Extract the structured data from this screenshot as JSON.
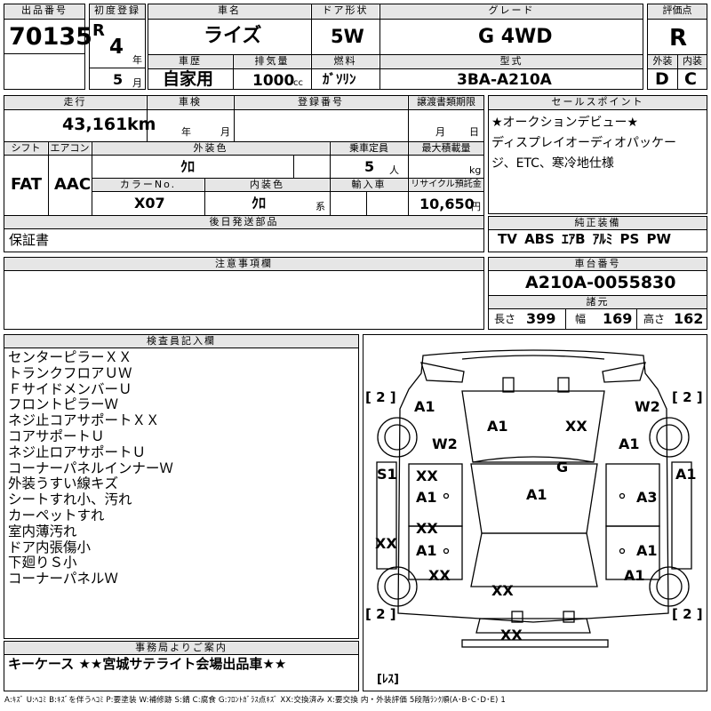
{
  "header": {
    "lot_label": "出品番号",
    "lot_number": "70135",
    "first_reg_label": "初度登録",
    "era": "R",
    "reg_year": "4",
    "reg_year_unit": "年",
    "reg_month": "5",
    "reg_month_unit": "月",
    "name_label": "車名",
    "car_name": "ライズ",
    "door_label": "ドア形状",
    "door": "5W",
    "grade_label": "グレード",
    "grade": "G 4WD",
    "score_label": "評価点",
    "score": "R",
    "history_label": "車歴",
    "history": "自家用",
    "displacement_label": "排気量",
    "displacement": "1000",
    "displacement_unit": "cc",
    "fuel_label": "燃料",
    "fuel": "ｶﾞｿﾘﾝ",
    "model_label": "型式",
    "model": "3BA-A210A",
    "exterior_label": "外装",
    "exterior_grade": "D",
    "interior_label": "内装",
    "interior_grade": "C"
  },
  "row2": {
    "mileage_label": "走行",
    "mileage": "43,161",
    "mileage_unit": "km",
    "inspection_label": "車検",
    "inspection_year_unit": "年",
    "inspection_month_unit": "月",
    "plate_label": "登録番号",
    "transfer_label": "譲渡書類期限",
    "transfer_month_unit": "月",
    "transfer_day_unit": "日",
    "shift_label": "シフト",
    "shift": "FAT",
    "ac_label": "エアコン",
    "ac": "AAC",
    "color_label": "外装色",
    "color": "ｸﾛ",
    "capacity_label": "乗車定員",
    "capacity": "5",
    "capacity_unit": "人",
    "max_load_label": "最大積載量",
    "max_load_unit": "kg",
    "color_no_label": "カラーNo.",
    "color_no": "X07",
    "interior_color_label": "内装色",
    "interior_color": "ｸﾛ",
    "interior_color_unit": "系",
    "import_label": "輸入車",
    "recycle_label": "リサイクル預託金",
    "recycle": "10,650",
    "recycle_unit": "円",
    "later_parts_label": "後日発送部品",
    "later_parts": "保証書"
  },
  "sales": {
    "label": "セールスポイント",
    "lines": [
      "★オークションデビュー★",
      "ディスプレイオーディオパッケー",
      "ジ、ETC、寒冷地仕様"
    ]
  },
  "equipment": {
    "label": "純正装備",
    "items": "TV ABS ｴｱB ｱﾙﾐ PS PW"
  },
  "caution": {
    "label": "注意事項欄"
  },
  "chassis": {
    "label": "車台番号",
    "number": "A210A-0055830",
    "dims_label": "諸元",
    "length_label": "長さ",
    "length": "399",
    "width_label": "幅",
    "width": "169",
    "height_label": "高さ",
    "height": "162"
  },
  "inspector": {
    "label": "検査員記入欄",
    "lines": [
      "センターピラーＸＸ",
      "トランクフロアＵＷ",
      "ＦサイドメンバーＵ",
      "フロントピラーＷ",
      "ネジ止コアサポートＸＸ",
      "コアサポートＵ",
      "ネジ止ロアサポートＵ",
      "コーナーパネルインナーＷ",
      "外装うすい線キズ",
      "シートすれ小、汚れ",
      "カーペットすれ",
      "室内薄汚れ",
      "ドア内張傷小",
      "下廻りＳ小",
      "コーナーパネルＷ"
    ]
  },
  "office": {
    "label": "事務局よりご案内",
    "message": "キーケース ★★宮城サテライト会場出品車★★"
  },
  "diagram": {
    "bracket_tl": "[ 2 ]",
    "bracket_tr": "[ 2 ]",
    "bracket_bl": "[ 2 ]",
    "bracket_br": "[ 2 ]",
    "less": "[ﾚｽ]",
    "marks": [
      {
        "id": "a1-front-left",
        "text": "A1"
      },
      {
        "id": "w2-front-right",
        "text": "W2"
      },
      {
        "id": "a1-hood",
        "text": "A1"
      },
      {
        "id": "xx-hood",
        "text": "XX"
      },
      {
        "id": "w2-fender-left",
        "text": "W2"
      },
      {
        "id": "a1-fender-right",
        "text": "A1"
      },
      {
        "id": "s1-left",
        "text": "S1"
      },
      {
        "id": "a1-right-edge",
        "text": "A1"
      },
      {
        "id": "g-windshield",
        "text": "G"
      },
      {
        "id": "xx-left-front-door",
        "text": "XX"
      },
      {
        "id": "a1-left-front-door",
        "text": "A1"
      },
      {
        "id": "a1-roof",
        "text": "A1"
      },
      {
        "id": "a3-right-front-door",
        "text": "A3"
      },
      {
        "id": "xx-left-rear-door",
        "text": "XX"
      },
      {
        "id": "a1-left-rear-door",
        "text": "A1"
      },
      {
        "id": "xx-left-edge",
        "text": "XX"
      },
      {
        "id": "a1-right-rear-door",
        "text": "A1"
      },
      {
        "id": "xx-left-quarter",
        "text": "XX"
      },
      {
        "id": "a1-right-quarter",
        "text": "A1"
      },
      {
        "id": "xx-trunk",
        "text": "XX"
      },
      {
        "id": "xx-rear",
        "text": "XX"
      }
    ]
  },
  "legend": "A:ｷｽﾞ U:ﾍｺﾐ B:ｷｽﾞを伴うﾍｺﾐ P:要塗装 W:補修跡 S:錆 C:腐食 G:ﾌﾛﾝﾄｶﾞﾗｽ点ｷｽﾞ XX:交換済み X:要交換 内・外装評価 5段階ﾗﾝｸ順(A･B･C･D･E) 1"
}
